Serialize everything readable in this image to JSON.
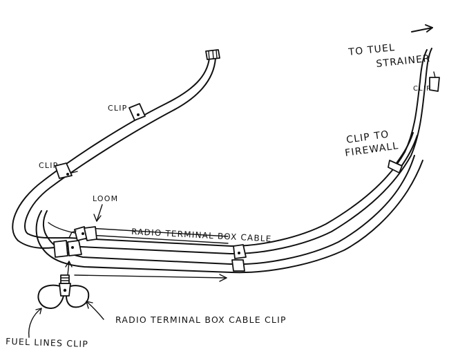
{
  "labels": {
    "to_fuel_strainer_line1": "TO TUEL",
    "to_fuel_strainer_line2": "STRAINER",
    "clip_top_right": "CLIP",
    "clip_upper": "CLIP",
    "clip_left": "CLIP",
    "clip_to_firewall_line1": "CLIP TO",
    "clip_to_firewall_line2": "FIREWALL",
    "loom": "LOOM",
    "radio_terminal_box_cable": "RADIO TERMINAL BOX CABLE",
    "radio_terminal_box_cable_clip": "RADIO TERMINAL BOX CABLE CLIP",
    "fuel_lines_clip": "FUEL LINES CLIP"
  },
  "colors": {
    "ink": "#111111",
    "paper": "#ffffff"
  }
}
